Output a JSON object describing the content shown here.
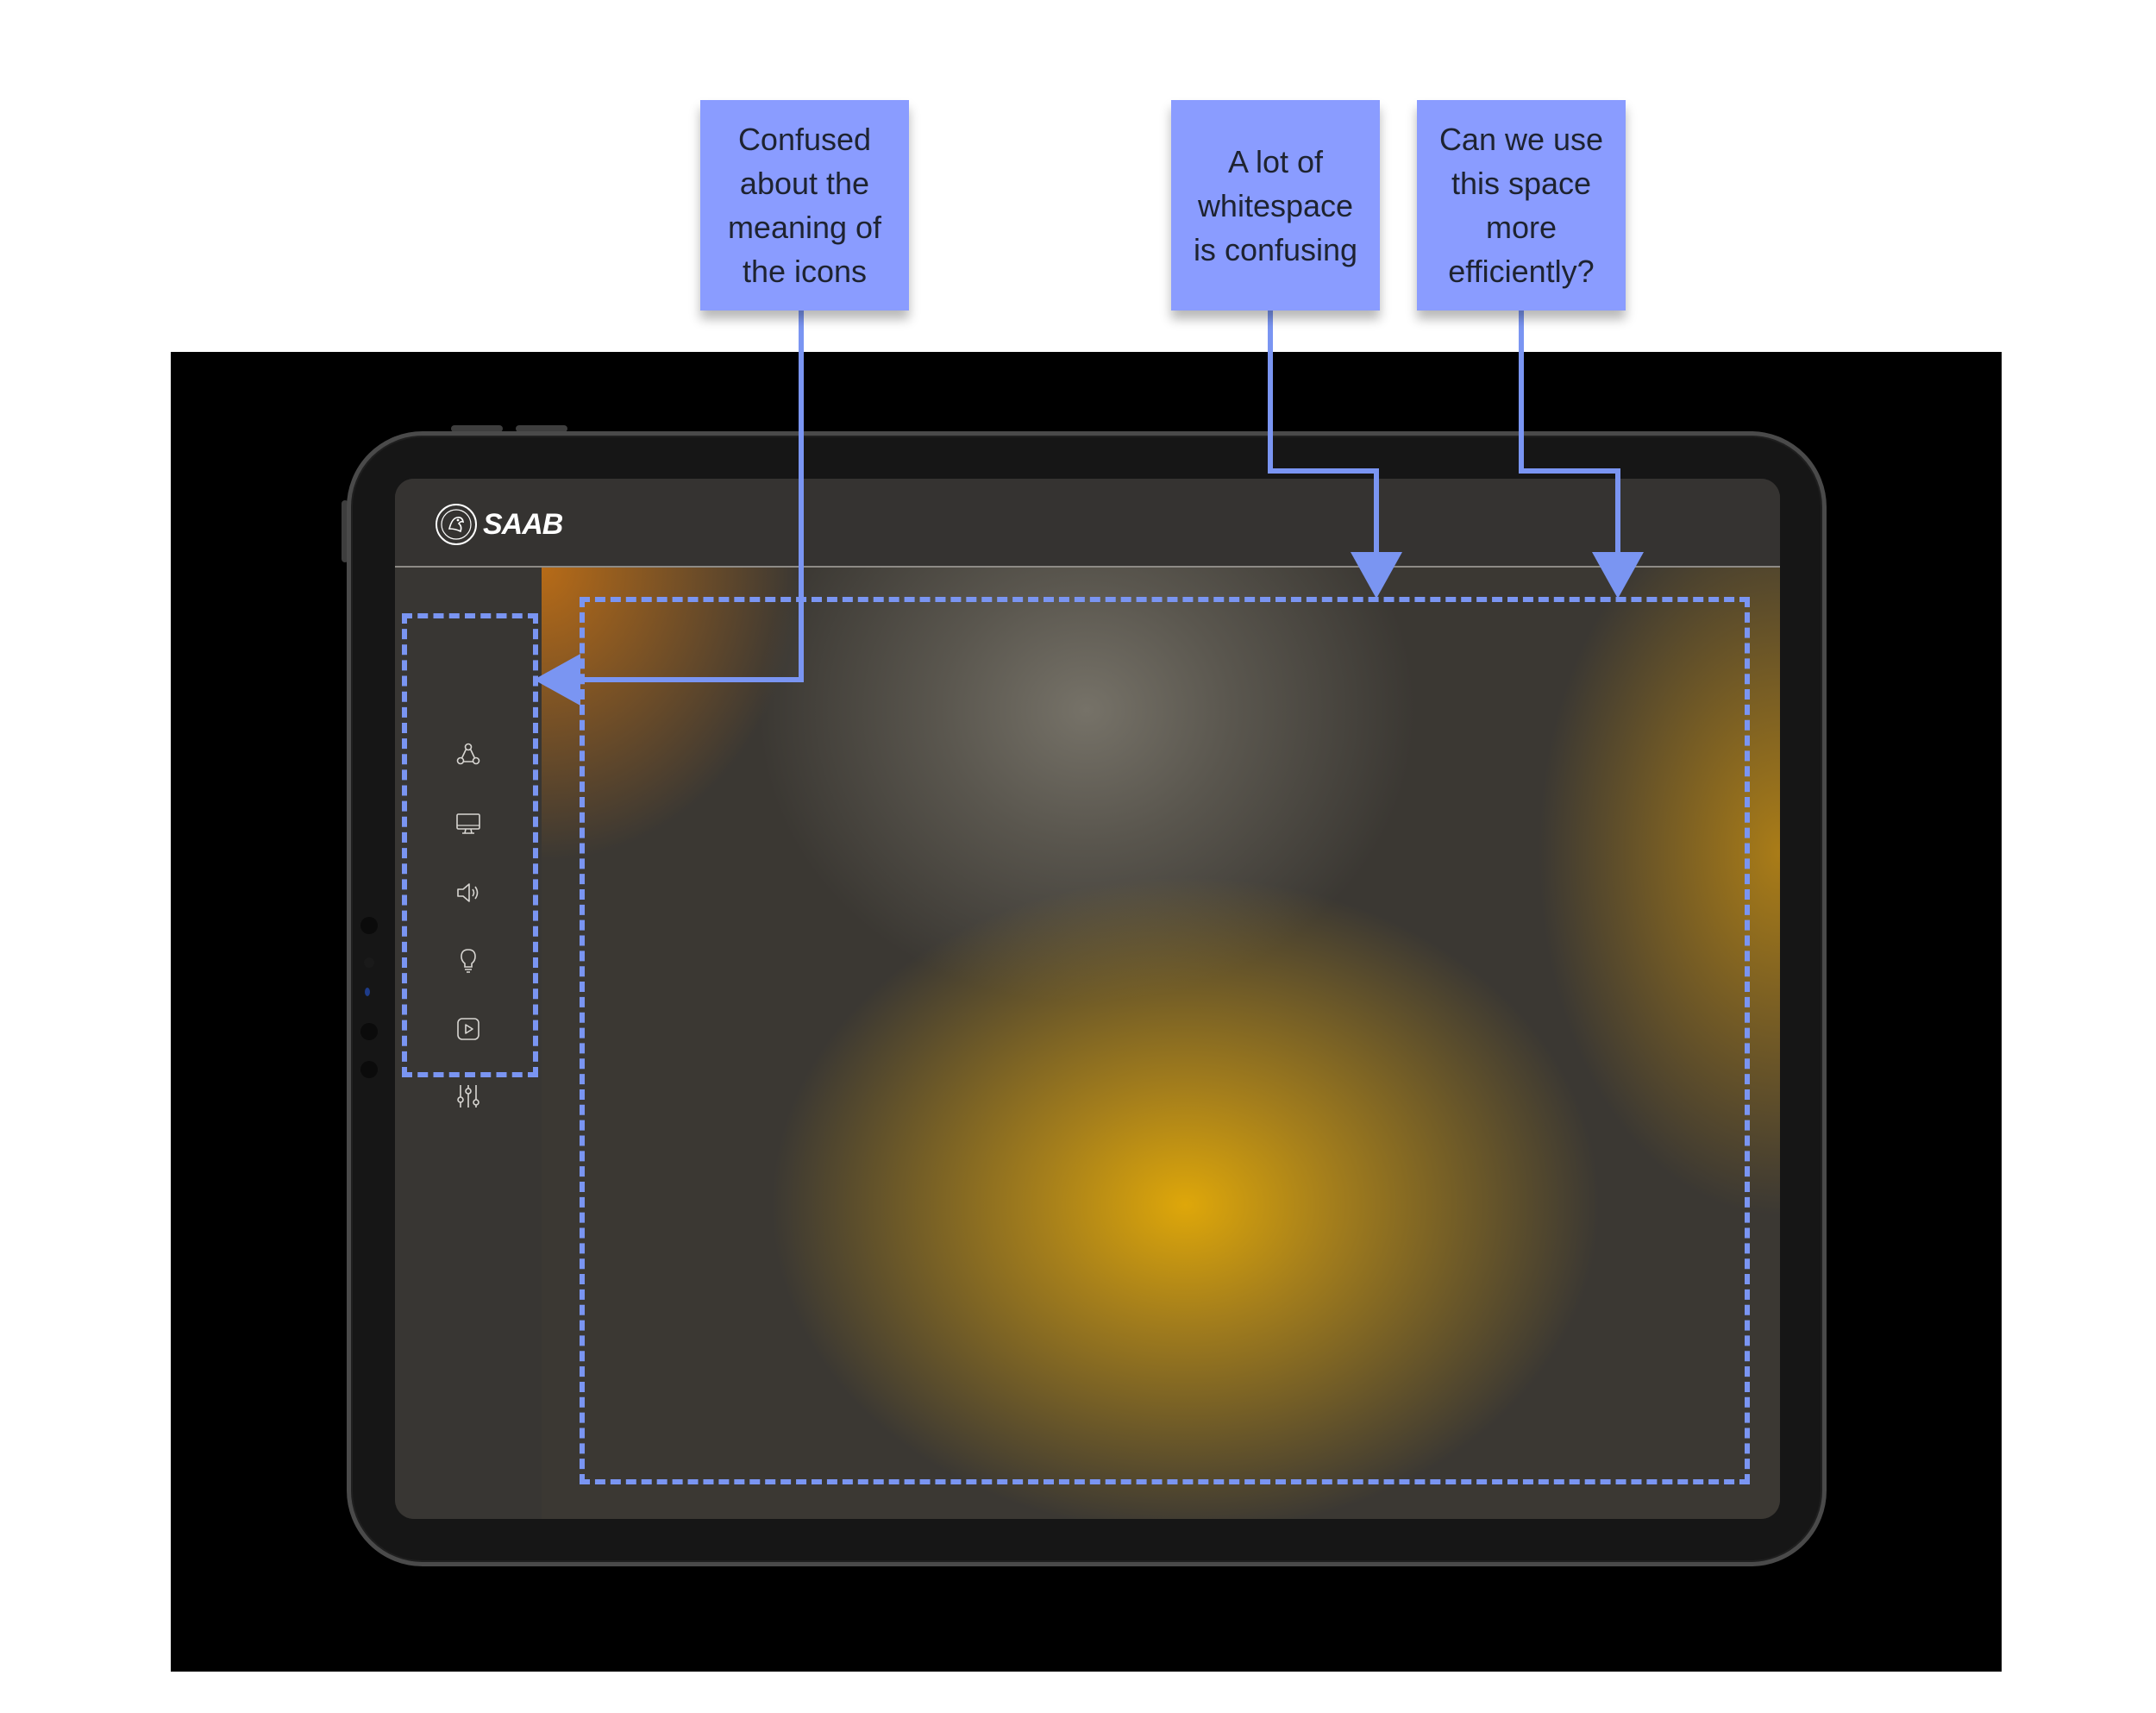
{
  "app": {
    "brand": "SAAB"
  },
  "sidebar": {
    "items": [
      {
        "icon": "network-nodes-icon"
      },
      {
        "icon": "monitor-icon"
      },
      {
        "icon": "speaker-icon"
      },
      {
        "icon": "lightbulb-icon"
      },
      {
        "icon": "play-button-icon"
      },
      {
        "icon": "sliders-icon"
      }
    ]
  },
  "annotations": {
    "note_icons": [
      "Confused",
      "about the",
      "meaning of",
      "the icons"
    ],
    "note_whitespace": [
      "A lot of",
      "whitespace",
      "is confusing"
    ],
    "note_space": [
      "Can we use",
      "this space",
      "more",
      "efficiently?"
    ]
  },
  "colors": {
    "note": "#8a9cff",
    "annotation_line": "#7a95f2",
    "accent_yellow": "#dea70a",
    "device_frame": "#161616"
  }
}
